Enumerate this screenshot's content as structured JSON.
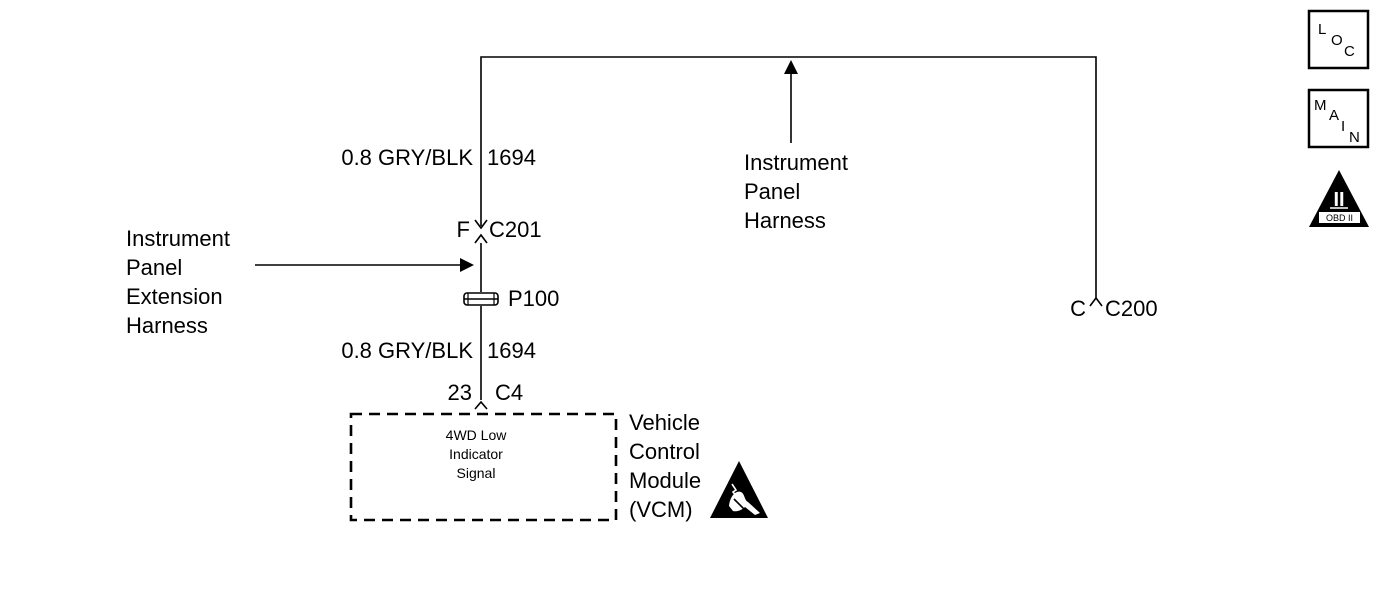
{
  "wires": {
    "upper_wire_label": "0.8 GRY/BLK",
    "upper_circuit": "1694",
    "lower_wire_label": "0.8 GRY/BLK",
    "lower_circuit": "1694"
  },
  "connectors": {
    "c201_pin": "F",
    "c201_name": "C201",
    "splice_name": "P100",
    "c4_pin": "23",
    "c4_name": "C4",
    "c200_pin": "C",
    "c200_name": "C200"
  },
  "harness_labels": {
    "instrument_panel": [
      "Instrument",
      "Panel",
      "Harness"
    ],
    "instrument_panel_extension": [
      "Instrument",
      "Panel",
      "Extension",
      "Harness"
    ]
  },
  "module": {
    "inner_lines": [
      "4WD Low",
      "Indicator",
      "Signal"
    ],
    "name_lines": [
      "Vehicle",
      "Control",
      "Module",
      "(VCM)"
    ],
    "esd_icon": "esd-sensitive-icon"
  },
  "nav_buttons": {
    "loc": {
      "letters": [
        "L",
        "O",
        "C"
      ],
      "icon": "location-icon"
    },
    "main": {
      "letters": [
        "M",
        "A",
        "I",
        "N"
      ],
      "icon": "main-icon"
    },
    "obd": {
      "numeral": "II",
      "text": "OBD II",
      "icon": "obd-ii-icon"
    }
  }
}
